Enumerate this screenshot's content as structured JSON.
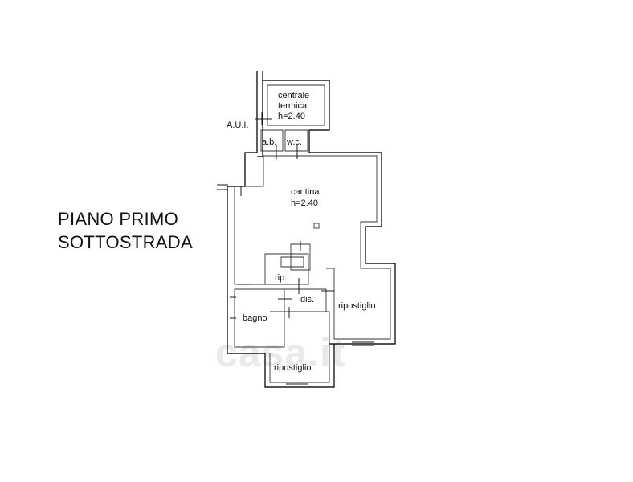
{
  "title": {
    "line1": "PIANO PRIMO",
    "line2": "SOTTOSTRADA"
  },
  "rooms": {
    "centrale_termica": {
      "name_line1": "centrale",
      "name_line2": "termica",
      "height": "h=2.40"
    },
    "aui": "A.U.I.",
    "ab": "a.b.",
    "wc": "w.c.",
    "cantina": {
      "name": "cantina",
      "height": "h=2.40"
    },
    "rip": "rip.",
    "dis": "dis.",
    "bagno": "bagno",
    "ripostiglio_right": "ripostiglio",
    "ripostiglio_bottom": "ripostiglio"
  },
  "watermark": "casa.it",
  "colors": {
    "wall": "#1a1a1a",
    "text": "#111111",
    "watermark": "#d9d9d9"
  }
}
